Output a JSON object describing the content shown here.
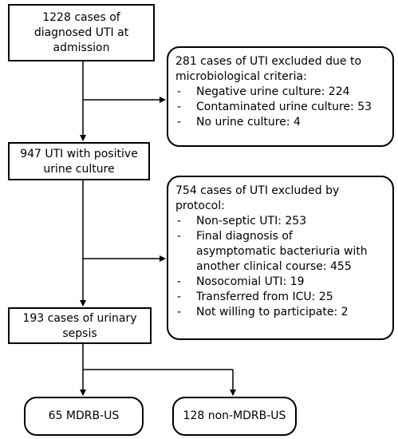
{
  "flow": {
    "admission": {
      "lines": [
        "1228 cases of",
        "diagnosed UTI at",
        "admission"
      ]
    },
    "exclusion_micro": {
      "lines": [
        "281 cases of UTI excluded due to",
        "microbiological criteria:"
      ],
      "items": [
        "Negative urine culture: 224",
        "Contaminated urine culture: 53",
        "No urine culture: 4"
      ]
    },
    "positive_culture": {
      "lines": [
        "947 UTI with positive",
        "urine culture"
      ]
    },
    "exclusion_protocol": {
      "lines": [
        "754 cases of UTI excluded by",
        "protocol:"
      ],
      "items": [
        {
          "lines": [
            "Non-septic UTI: 253"
          ]
        },
        {
          "lines": [
            "Final diagnosis of",
            "asymptomatic bacteriuria with",
            "another clinical course: 455"
          ]
        },
        {
          "lines": [
            "Nosocomial UTI: 19"
          ]
        },
        {
          "lines": [
            "Transferred from ICU: 25"
          ]
        },
        {
          "lines": [
            "Not willing to participate: 2"
          ]
        }
      ]
    },
    "sepsis": {
      "lines": [
        "193 cases of urinary",
        "sepsis"
      ]
    },
    "mdrb": {
      "lines": [
        "65 MDRB-US"
      ]
    },
    "non_mdrb": {
      "lines": [
        "128 non-MDRB-US"
      ]
    }
  },
  "colors": {
    "line": "#000000",
    "box_fill": "#ffffff",
    "text": "#000000"
  }
}
